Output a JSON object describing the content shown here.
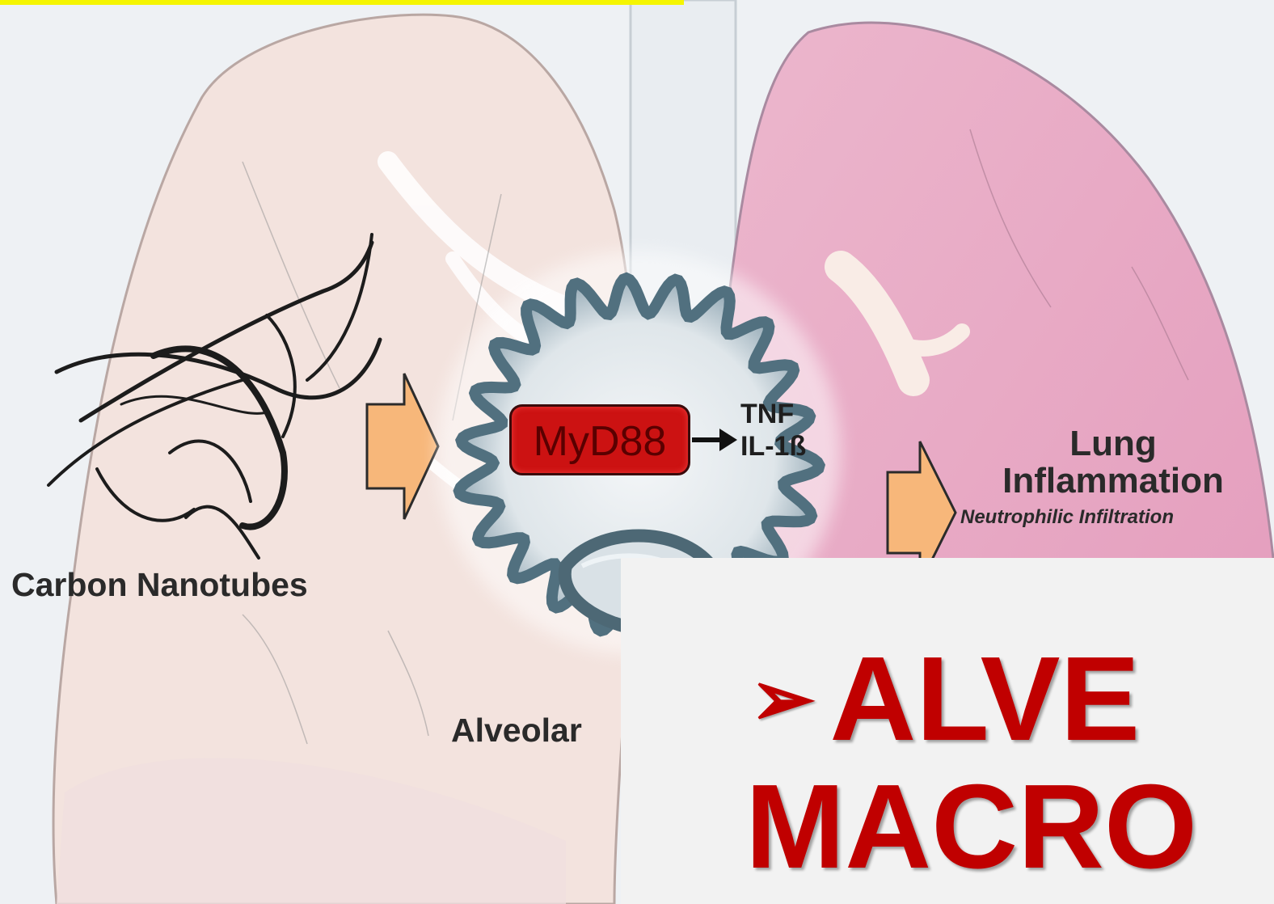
{
  "diagram": {
    "labels": {
      "carbon_nanotubes": "Carbon Nanotubes",
      "alveolar": "Alveolar",
      "myd88": "MyD88",
      "tnf": "TNF",
      "il1b": "IL-1ß",
      "lung": "Lung",
      "inflammation": "Inflammation",
      "neutrophilic": "Neutrophilic Infiltration"
    },
    "colors": {
      "left_lung": "#f3e3de",
      "right_lung": "#e8a9c4",
      "arrow_fill": "#f7b77a",
      "myd88_fill": "#cc1212",
      "highlight_bar": "#f5f500"
    }
  },
  "slide": {
    "bullet": "➢",
    "title_line1": "ALVE",
    "title_line2": "MACRO"
  }
}
